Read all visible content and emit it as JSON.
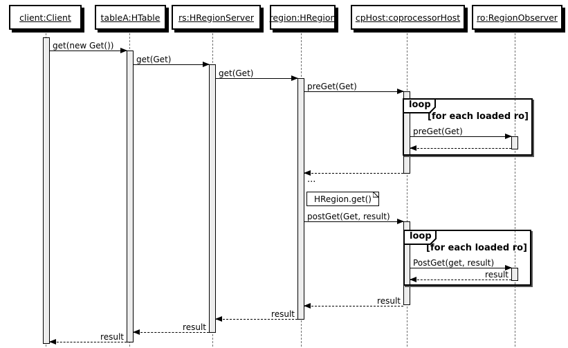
{
  "diagram": {
    "type": "uml-sequence-diagram",
    "participants": [
      {
        "id": "client",
        "label": "client:Client"
      },
      {
        "id": "tableA",
        "label": "tableA:HTable"
      },
      {
        "id": "rs",
        "label": "rs:HRegionServer"
      },
      {
        "id": "region",
        "label": "region:HRegion"
      },
      {
        "id": "cpHost",
        "label": "cpHost:coprocessorHost"
      },
      {
        "id": "ro",
        "label": "ro:RegionObserver"
      }
    ],
    "messages": [
      {
        "label": "get(new Get())",
        "from": "client",
        "to": "tableA",
        "type": "sync"
      },
      {
        "label": "get(Get)",
        "from": "tableA",
        "to": "rs",
        "type": "sync"
      },
      {
        "label": "get(Get)",
        "from": "rs",
        "to": "region",
        "type": "sync"
      },
      {
        "label": "preGet(Get)",
        "from": "region",
        "to": "cpHost",
        "type": "sync"
      },
      {
        "label": "preGet(Get)",
        "from": "cpHost",
        "to": "ro",
        "type": "sync"
      },
      {
        "label": "",
        "from": "ro",
        "to": "cpHost",
        "type": "return"
      },
      {
        "label": "",
        "from": "cpHost",
        "to": "region",
        "type": "return"
      },
      {
        "label": "postGet(Get, result)",
        "from": "region",
        "to": "cpHost",
        "type": "sync"
      },
      {
        "label": "PostGet(get, result)",
        "from": "cpHost",
        "to": "ro",
        "type": "sync"
      },
      {
        "label": "result",
        "from": "ro",
        "to": "cpHost",
        "type": "return"
      },
      {
        "label": "result",
        "from": "cpHost",
        "to": "region",
        "type": "return"
      },
      {
        "label": "result",
        "from": "region",
        "to": "rs",
        "type": "return"
      },
      {
        "label": "result",
        "from": "rs",
        "to": "tableA",
        "type": "return"
      },
      {
        "label": "result",
        "from": "tableA",
        "to": "client",
        "type": "return"
      }
    ],
    "fragments": [
      {
        "operator": "loop",
        "condition": "[for each loaded ro]"
      },
      {
        "operator": "loop",
        "condition": "[for each loaded ro]"
      }
    ],
    "note": {
      "label": "HRegion.get()"
    },
    "ellipsis": "...",
    "colors": {
      "background": "#FFFFFF",
      "border": "#000000",
      "activation_fill": "#EDEDED",
      "lifeline": "#6E6E6E",
      "shadow": "#000000"
    }
  }
}
